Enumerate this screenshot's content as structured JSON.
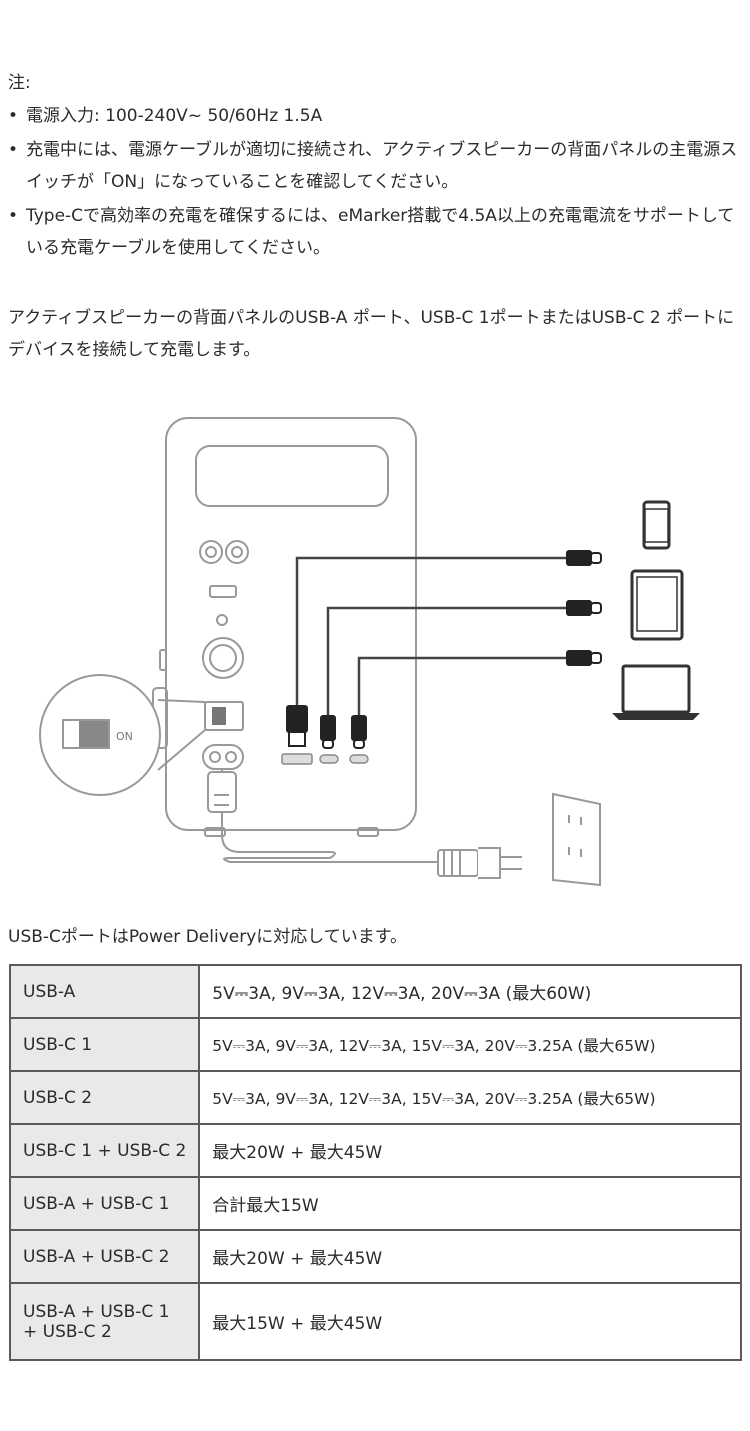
{
  "notes": {
    "heading": "注:",
    "items": [
      "電源入力: 100-240V~ 50/60Hz 1.5A",
      "充電中には、電源ケーブルが適切に接続され、アクティブスピーカーの背面パネルの主電源スイッチが「ON」になっていることを確認してください。",
      "Type-Cで高効率の充電を確保するには、eMarker搭載で4.5A以上の充電電流をサポートしている充電ケーブルを使用してください。"
    ]
  },
  "paragraph": "アクティブスピーカーの背面パネルのUSB-A ポート、USB-C 1ポートまたはUSB-C 2 ポートにデバイスを接続して充電します。",
  "diagram": {
    "switch_label": "ON",
    "line_color": "#555555",
    "panel_stroke": "#999999"
  },
  "caption": "USB-CポートはPower Deliveryに対応しています。",
  "table": {
    "rows": [
      {
        "port": "USB-A",
        "spec": "5V⎓3A, 9V⎓3A, 12V⎓3A, 20V⎓3A (最大60W)"
      },
      {
        "port": "USB-C 1",
        "spec": "5V⎓3A, 9V⎓3A, 12V⎓3A, 15V⎓3A, 20V⎓3.25A (最大65W)"
      },
      {
        "port": "USB-C 2",
        "spec": "5V⎓3A, 9V⎓3A, 12V⎓3A, 15V⎓3A, 20V⎓3.25A (最大65W)"
      },
      {
        "port": "USB-C 1 + USB-C 2",
        "spec": "最大20W + 最大45W"
      },
      {
        "port": "USB-A + USB-C 1",
        "spec": "合計最大15W"
      },
      {
        "port": "USB-A + USB-C 2",
        "spec": "最大20W + 最大45W"
      },
      {
        "port": "USB-A + USB-C 1 + USB-C 2",
        "spec": "最大15W + 最大45W"
      }
    ]
  }
}
